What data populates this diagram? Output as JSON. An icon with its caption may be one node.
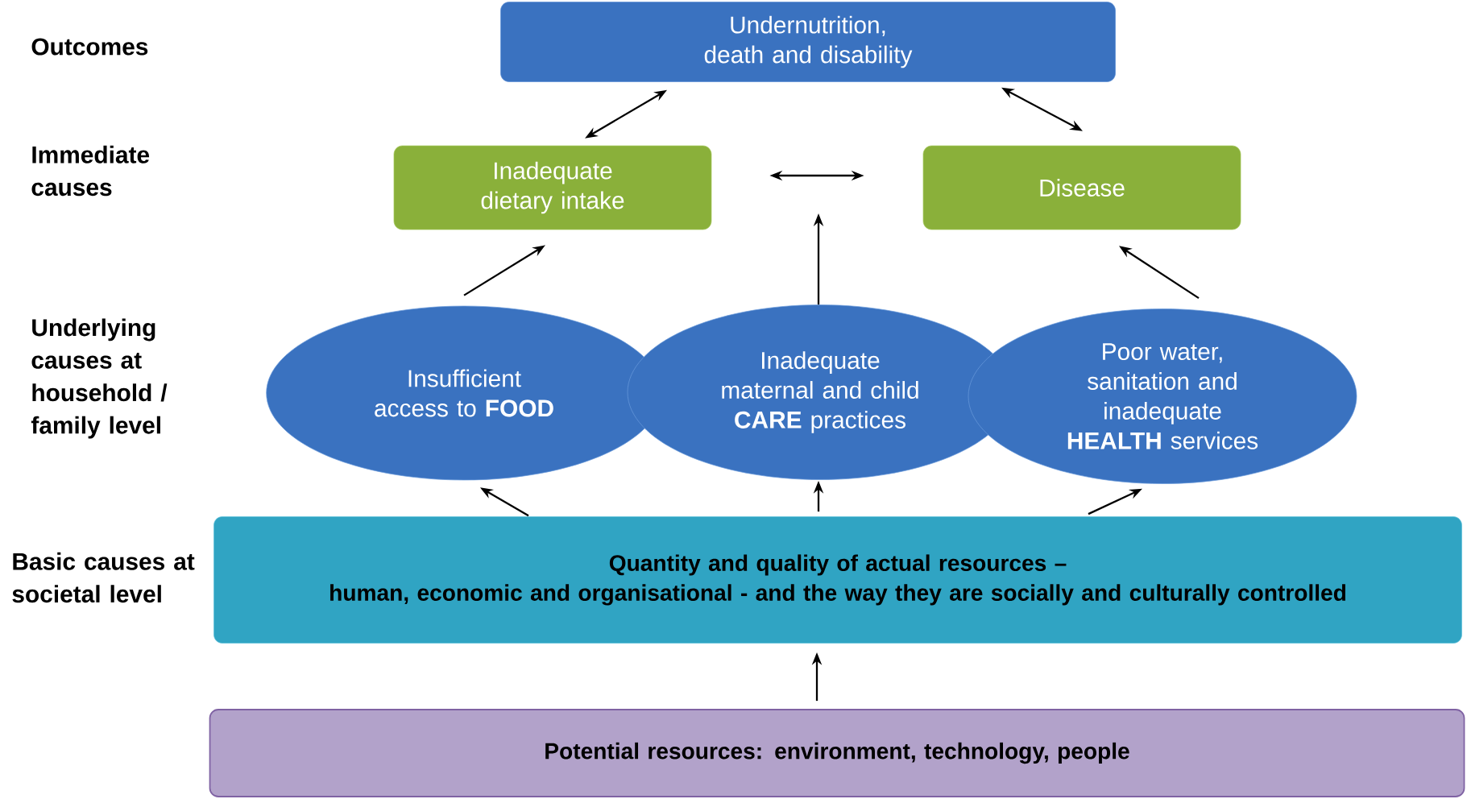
{
  "diagram": {
    "nodes": [
      {
        "text": [
          "Undernutrition, death and disability"
        ]
      },
      {
        "text": [
          "Inadequate dietary intake"
        ]
      },
      {
        "text": [
          "Disease"
        ]
      },
      {
        "text": [
          "Insufficient access to **FOOD**"
        ]
      },
      {
        "text": [
          "Inadequate maternal and child **CARE** practices"
        ]
      },
      {
        "text": [
          "Poor water, sanitation and inadequate **HEALTH** services"
        ]
      },
      {
        "text": [
          "Quantity and quality of actual resources –",
          "human, economic and organisational - and the way they are socially and culturally controlled"
        ]
      },
      {
        "text": [
          "Potential resources: environment, technology, people"
        ]
      }
    ],
    "edges": [
      {
        "from": 1,
        "to": 0,
        "arrow": "both"
      },
      {
        "from": 2,
        "to": 0,
        "arrow": "both"
      },
      {
        "from": 1,
        "to": 2,
        "arrow": "both"
      },
      {
        "from": 4,
        "to": null,
        "arrow": "to"
      },
      {
        "from": 3,
        "to": 1,
        "arrow": "to"
      },
      {
        "from": 5,
        "to": 2,
        "arrow": "to"
      },
      {
        "from": 6,
        "to": 3,
        "arrow": "to"
      },
      {
        "from": 6,
        "to": 4,
        "arrow": "to"
      },
      {
        "from": 6,
        "to": 5,
        "arrow": "to"
      },
      {
        "from": 7,
        "to": 6,
        "arrow": "to"
      }
    ],
    "labels": [
      "Outcomes",
      "Immediate causes",
      "Underlying causes at household / family level",
      "Basic causes at societal level"
    ]
  }
}
